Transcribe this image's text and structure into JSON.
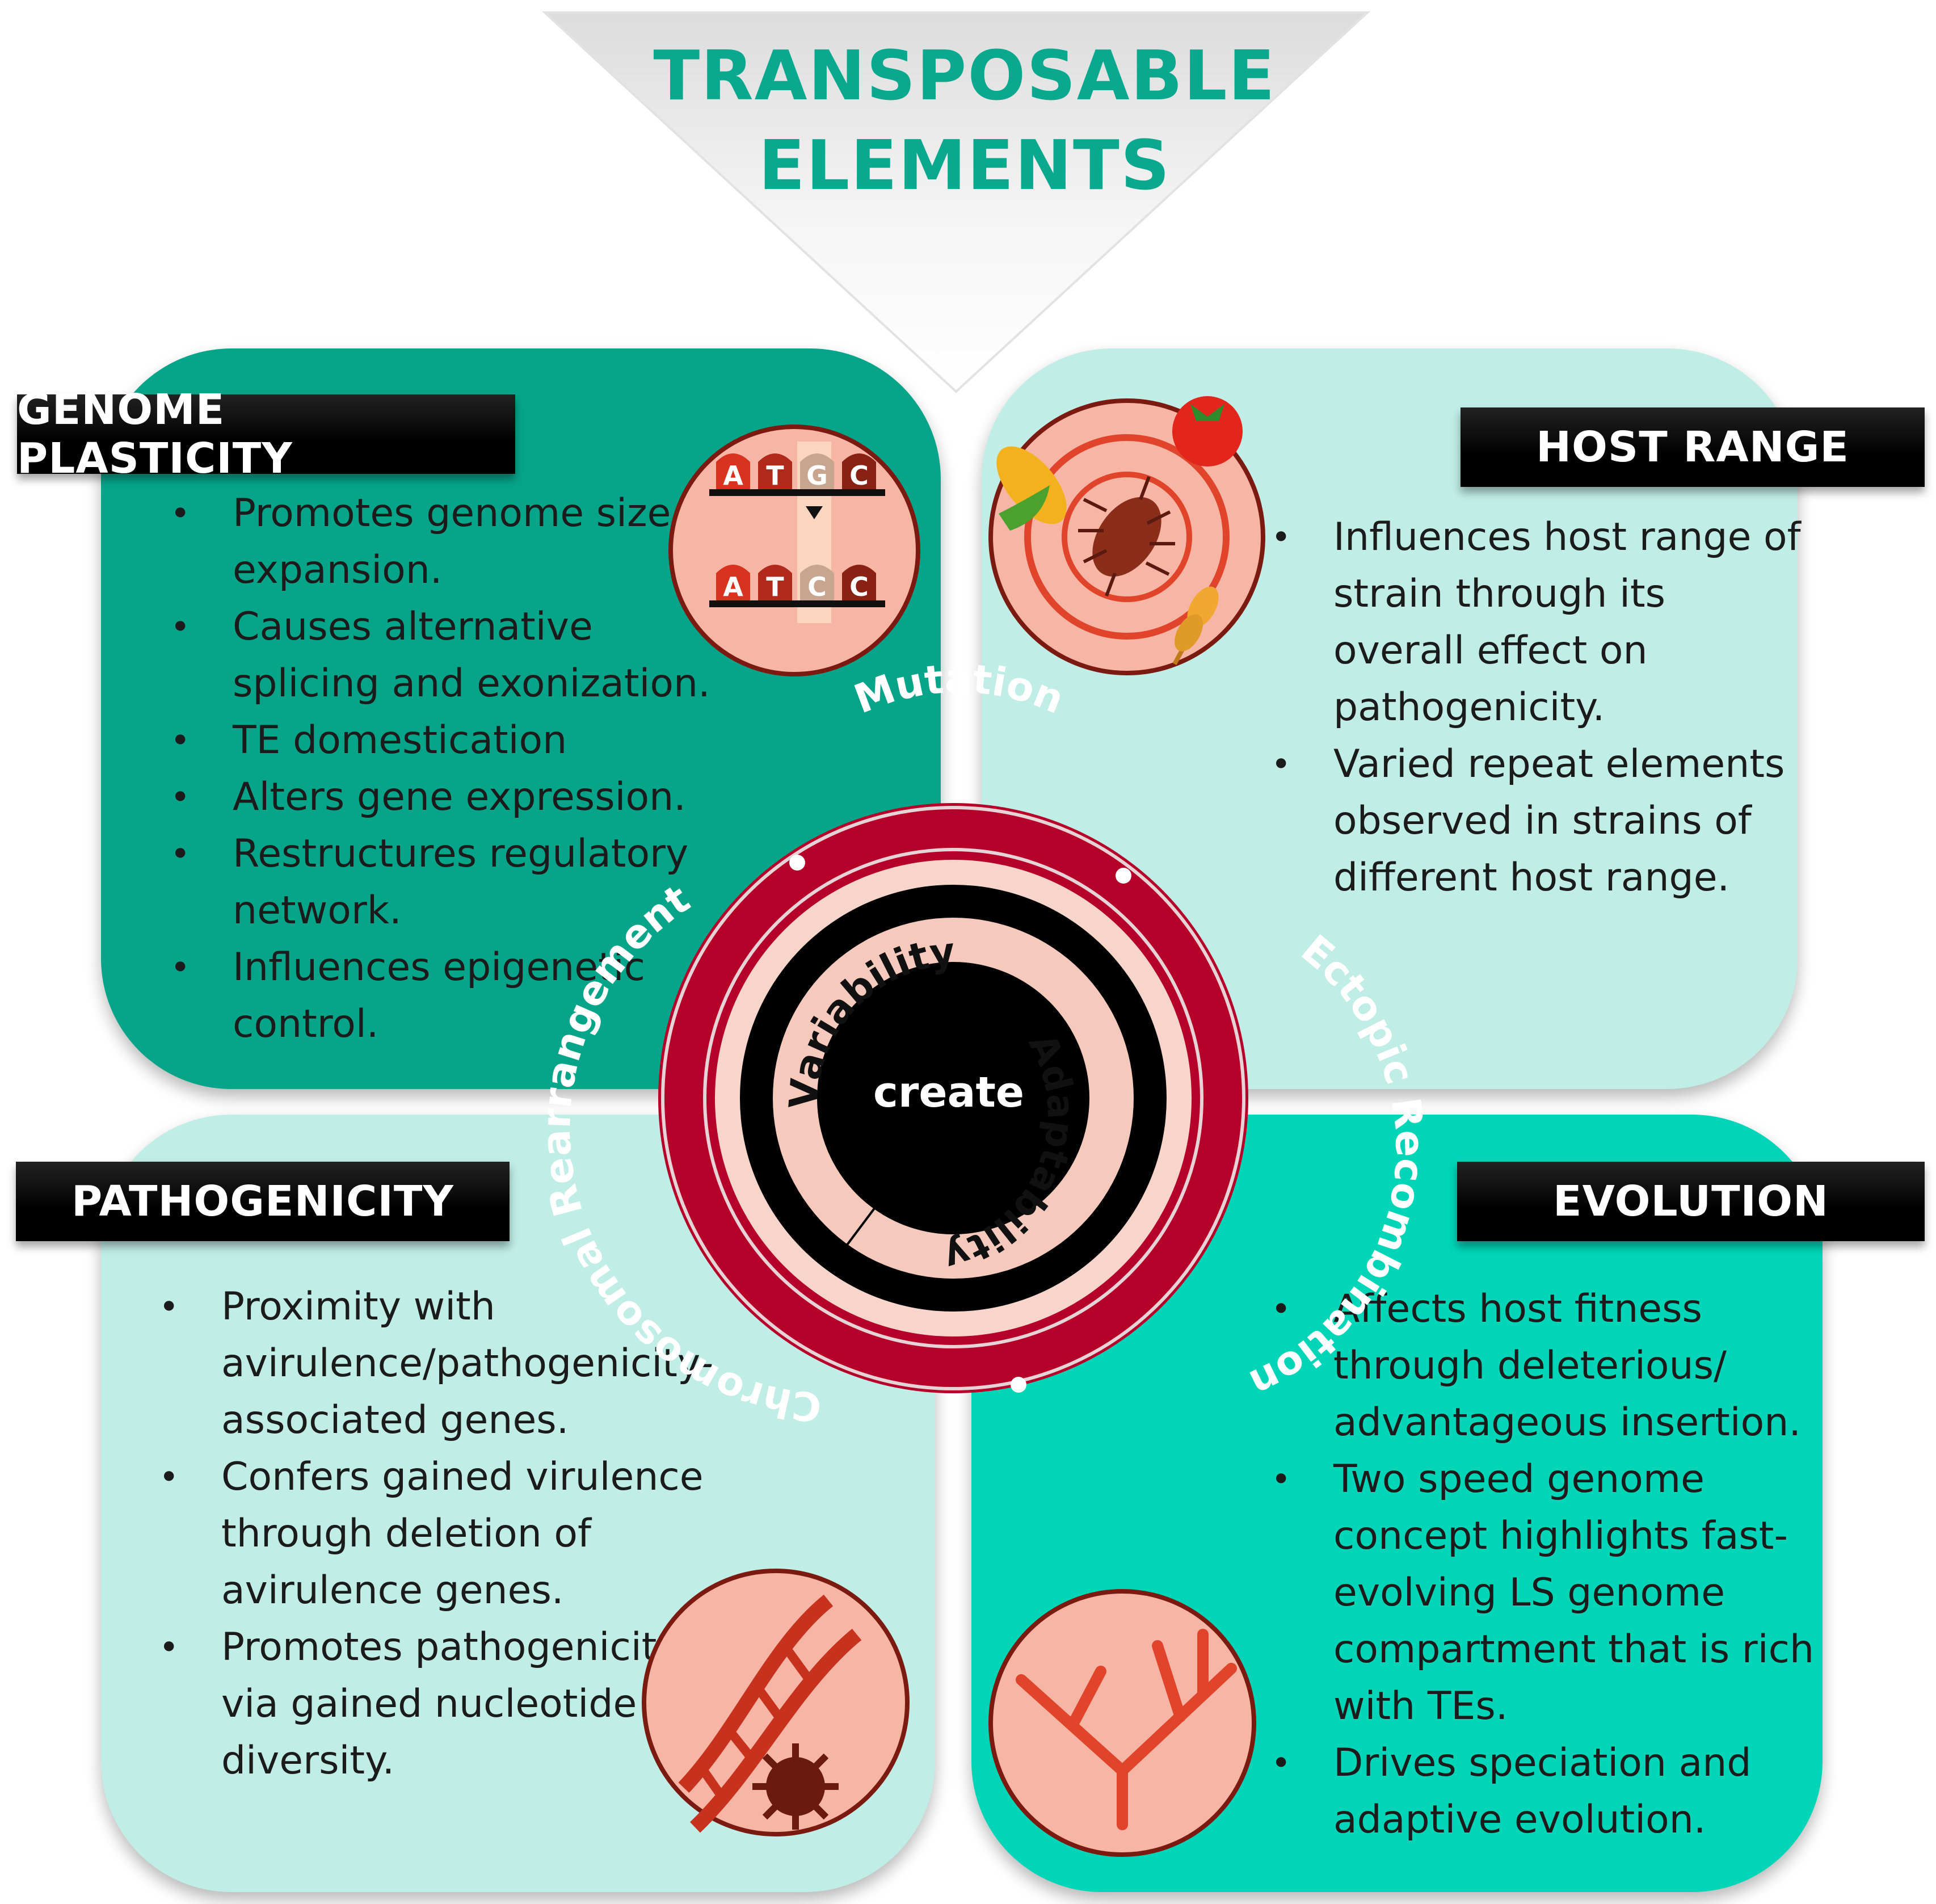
{
  "title": {
    "line1": "TRANSPOSABLE",
    "line2": "ELEMENTS"
  },
  "panels": {
    "genome_plasticity": {
      "header": "GENOME PLASTICITY",
      "bullets": [
        "Promotes genome size expansion.",
        "Causes alternative splicing and exonization.",
        "TE domestication",
        "Alters gene expression.",
        "Restructures regulatory network.",
        "Influences epigenetic control."
      ],
      "icon": "dna-base-substitution-icon",
      "bases_top": [
        "A",
        "T",
        "G",
        "C"
      ],
      "bases_bottom": [
        "A",
        "T",
        "C",
        "C"
      ]
    },
    "host_range": {
      "header": "HOST RANGE",
      "bullets": [
        "Influences host range of strain through its overall effect on pathogenicity.",
        "Varied repeat elements observed in strains of different host range."
      ],
      "icon": "pathogen-target-hosts-icon"
    },
    "pathogenicity": {
      "header": "PATHOGENICITY",
      "bullets": [
        "Proximity with avirulence/pathogenicity-associated genes.",
        "Confers gained virulence through deletion of avirulence genes.",
        "Promotes pathogenicity via gained nucleotide diversity."
      ],
      "icon": "dna-helix-virus-icon"
    },
    "evolution": {
      "header": "EVOLUTION",
      "bullets": [
        "Affects host fitness through  deleterious/ advantageous insertion.",
        "Two speed genome concept highlights fast-evolving LS genome compartment that is rich with TEs.",
        "Drives speciation and adaptive evolution."
      ],
      "icon": "phylogenetic-tree-icon"
    }
  },
  "center": {
    "outer_ring": [
      "Mutation",
      "Ectopic Recombination",
      "Chromosomal Rearrangement"
    ],
    "inner_ring": [
      "Variability",
      "Adaptability"
    ],
    "core": "create"
  },
  "colors": {
    "title": "#0aa88e",
    "panel_dark": "#06a58a",
    "panel_light": "#c0ede6",
    "panel_bright": "#00d5b7",
    "ring_red": "#b5002a",
    "ring_pink": "#f6c9bd",
    "icon_fill": "#f6b5a5",
    "icon_line": "#e0452c"
  }
}
